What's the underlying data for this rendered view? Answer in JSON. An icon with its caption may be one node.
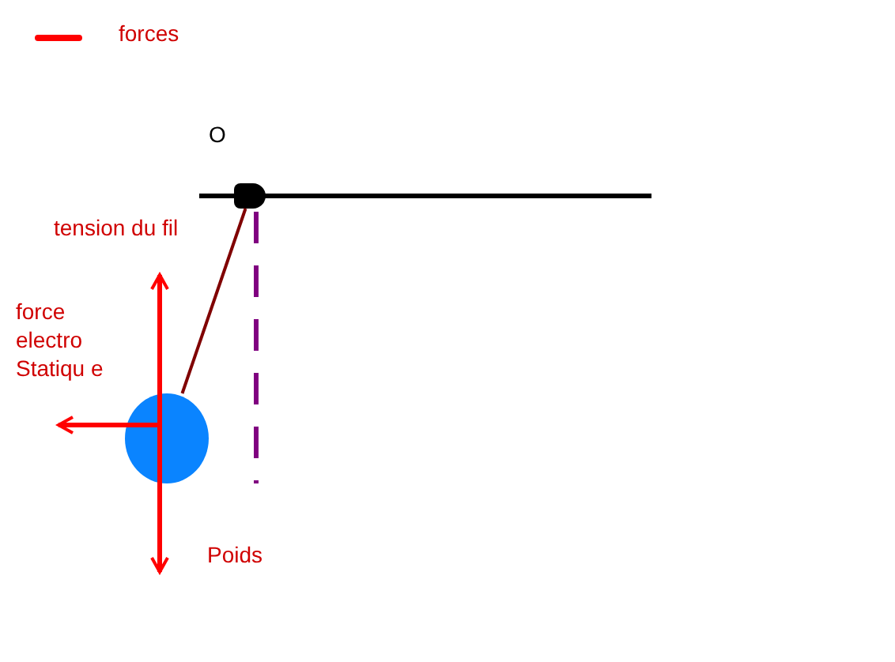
{
  "diagram": {
    "nodes": [
      {
        "text": [],
        "shape": "box"
      },
      {
        "text": [],
        "shape": "circle"
      }
    ],
    "edges": [
      {
        "from": 0,
        "to": 1,
        "arrow": "none",
        "color": "#800000"
      }
    ],
    "labels": [
      "O",
      "tension du fil",
      "force electro Statiqu e",
      "Poids"
    ],
    "legend": [
      {
        "text": "forces",
        "color": "#ff0000"
      }
    ]
  }
}
